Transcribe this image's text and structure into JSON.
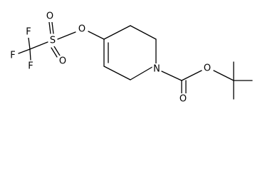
{
  "molecule": {
    "atoms": {
      "F1": "F",
      "F2": "F",
      "F3": "F",
      "S": "S",
      "O_sulfonyl_1": "O",
      "O_sulfonyl_2": "O",
      "O_ester_link": "O",
      "N": "N",
      "O_carbonyl": "O",
      "O_tbutoxy": "O"
    }
  },
  "colors": {
    "bond": "#000000",
    "label": "#000000",
    "background": "#ffffff"
  }
}
